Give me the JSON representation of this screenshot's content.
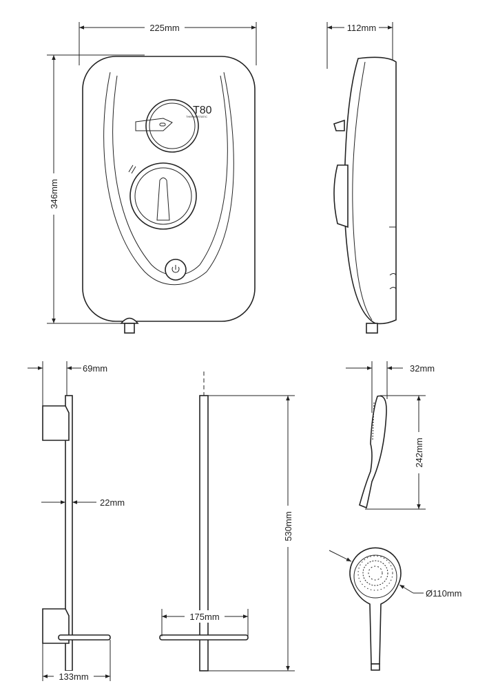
{
  "title": "Shower technical drawing",
  "logo": {
    "model": "T80",
    "subtitle": "THERMOSTATIC"
  },
  "dimensions": {
    "unit_width": "225mm",
    "unit_height": "346mm",
    "unit_depth": "112mm",
    "rail_offset": "69mm",
    "rail_diameter": "22mm",
    "bracket_projection": "133mm",
    "rail_length": "530mm",
    "soap_dish_width": "175mm",
    "handset_depth": "32mm",
    "handset_length": "242mm",
    "handset_head_diameter": "Ø110mm"
  },
  "colors": {
    "line": "#222222",
    "background": "#ffffff"
  }
}
